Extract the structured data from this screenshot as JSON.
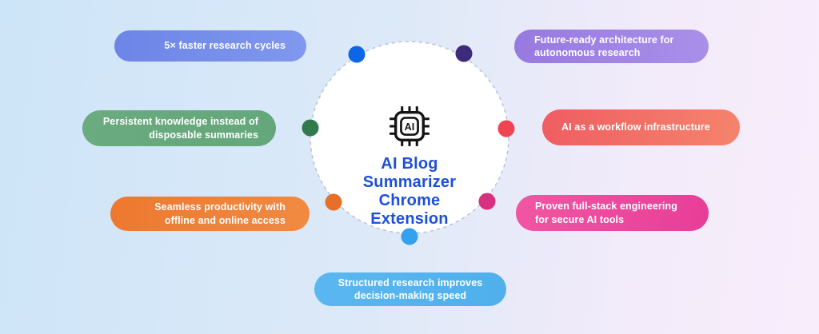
{
  "canvas": {
    "bg": "linear-gradient(97deg, #cde5f8 0%, #dce9f8 45%, #f3ebfa 78%, #f8edfb 100%)"
  },
  "center": {
    "chip_label": "AI",
    "title": "AI Blog\nSummarizer\nChrome\nExtension",
    "title_color": "#1d50d8"
  },
  "ring": {
    "fill": "#ffffff",
    "stroke": "#b7c5da"
  },
  "nodes": [
    {
      "id": "research-cycles",
      "label": "5× faster research cycles",
      "dot": "#0d66e6",
      "pill": "linear-gradient(90deg, #6c85e7, #8098ef)"
    },
    {
      "id": "future-architecture",
      "label": "Future-ready architecture for\nautonomous research",
      "dot": "#3b2b78",
      "pill": "linear-gradient(90deg, #9779e0, #aa8fe9)"
    },
    {
      "id": "persistent-knowledge",
      "label": "Persistent knowledge instead of\ndisposable summaries",
      "dot": "#2f7b4e",
      "pill": "linear-gradient(90deg, #6aab80, #64a77a)"
    },
    {
      "id": "workflow-infrastructure",
      "label": "AI as a workflow infrastructure",
      "dot": "#ee4551",
      "pill": "linear-gradient(100deg, #ef5d62, #f5846c)"
    },
    {
      "id": "seamless-productivity",
      "label": "Seamless productivity with\noffline and online access",
      "dot": "#e76f29",
      "pill": "linear-gradient(90deg, #ee7830, #f18a41)"
    },
    {
      "id": "full-stack-engineering",
      "label": "Proven full-stack engineering\nfor secure AI tools",
      "dot": "#d83080",
      "pill": "linear-gradient(100deg, #f156a3, #e83d98)"
    },
    {
      "id": "structured-research",
      "label": "Structured research improves\ndecision-making speed",
      "dot": "#33a1ee",
      "pill": "linear-gradient(90deg, #5bb7f0, #4fb0ec)"
    }
  ]
}
